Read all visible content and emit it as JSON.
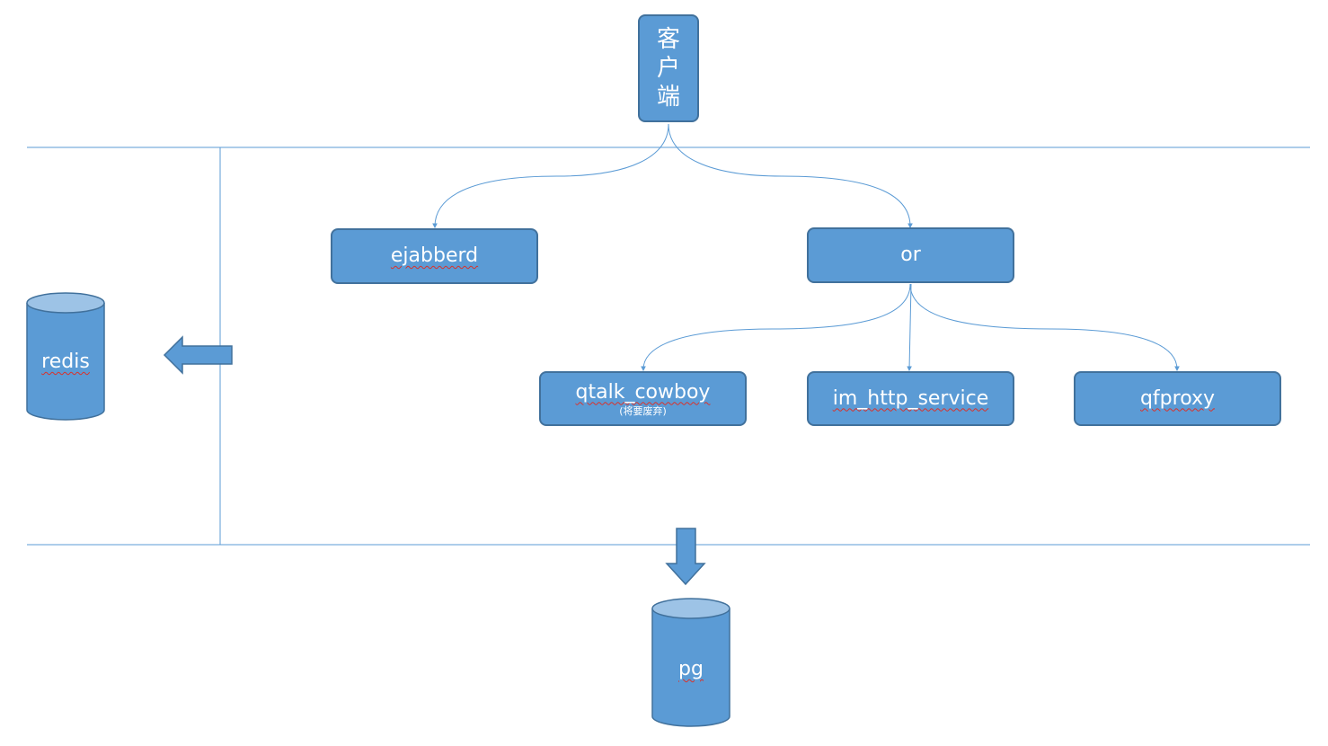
{
  "client": {
    "label": "客户端"
  },
  "nodes": {
    "ejabberd": {
      "label": "ejabberd"
    },
    "or": {
      "label": "or"
    },
    "qtalk_cowboy": {
      "label": "qtalk_cowboy",
      "note": "(将要废弃)"
    },
    "im_http_service": {
      "label": "im_http_service"
    },
    "qfproxy": {
      "label": "qfproxy"
    }
  },
  "databases": {
    "redis": {
      "label": "redis"
    },
    "pg": {
      "label": "pg"
    }
  },
  "colors": {
    "node_fill": "#5b9bd5",
    "node_border": "#41719c",
    "line": "#5b9bd5",
    "cylinder_top": "#9dc3e6"
  }
}
